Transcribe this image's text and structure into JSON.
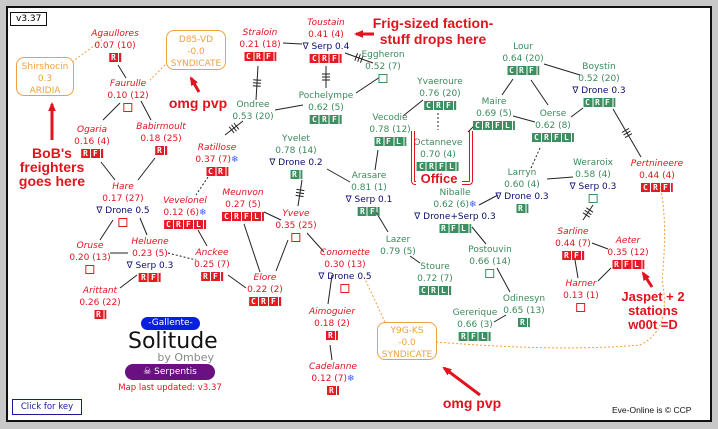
{
  "version_label": "v3.37",
  "colors": {
    "lowsec": "#e0141e",
    "highsec": "#3b8a5c",
    "npc": "#0a0a70",
    "pvp_link": "#f0a040",
    "region_pill": "#0a1ee0",
    "faction_pill": "#6a1080"
  },
  "npc_icon": "∇",
  "ice_icon": "❄",
  "systems": [
    {
      "name": "Agaullores",
      "sec": "0.07 (10)",
      "zone": "low",
      "services": "R"
    },
    {
      "name": "Faurulle",
      "sec": "0.10 (12)",
      "zone": "low",
      "services": ""
    },
    {
      "name": "Ogaria",
      "sec": "0.16 (4)",
      "zone": "low",
      "services": "RF"
    },
    {
      "name": "Babirmoult",
      "sec": "0.18 (25)",
      "zone": "low",
      "services": "R"
    },
    {
      "name": "Hare",
      "sec": "0.17 (27)",
      "zone": "low",
      "npc": "Drone 0.5",
      "services": ""
    },
    {
      "name": "Oruse",
      "sec": "0.20 (13)",
      "zone": "low",
      "services": ""
    },
    {
      "name": "Heluene",
      "sec": "0.23 (5)",
      "zone": "low",
      "npc": "Serp 0.3",
      "services": "RF"
    },
    {
      "name": "Arittant",
      "sec": "0.26 (22)",
      "zone": "low",
      "services": "R"
    },
    {
      "name": "Ratillose",
      "sec": "0.37 (7)",
      "zone": "low",
      "ice": true,
      "services": "CR"
    },
    {
      "name": "Vevelonel",
      "sec": "0.12 (6)",
      "zone": "low",
      "ice": true,
      "services": "CRFL"
    },
    {
      "name": "Anckee",
      "sec": "0.25 (7)",
      "zone": "low",
      "services": "RF"
    },
    {
      "name": "Meunvon",
      "sec": "0.27 (5)",
      "zone": "low",
      "services": "CRFL"
    },
    {
      "name": "Yveve",
      "sec": "0.35 (25)",
      "zone": "low",
      "services": ""
    },
    {
      "name": "Elore",
      "sec": "0.22 (2)",
      "zone": "low",
      "services": "CRF"
    },
    {
      "name": "Conomette",
      "sec": "0.30 (13)",
      "zone": "low",
      "npc": "Drone 0.5",
      "services": ""
    },
    {
      "name": "Aimoguier",
      "sec": "0.18 (2)",
      "zone": "low",
      "services": "R"
    },
    {
      "name": "Cadelanne",
      "sec": "0.12 (7)",
      "zone": "low",
      "ice": true,
      "services": "R"
    },
    {
      "name": "Straloin",
      "sec": "0.21 (18)",
      "zone": "low",
      "services": "CRF"
    },
    {
      "name": "Toustain",
      "sec": "0.41 (4)",
      "zone": "low",
      "npc": "Serp 0.4",
      "services": "CRF"
    },
    {
      "name": "Eggheron",
      "sec": "0.52 (7)",
      "zone": "high",
      "services": ""
    },
    {
      "name": "Ondree",
      "sec": "0.53 (20)",
      "zone": "high"
    },
    {
      "name": "Pochelympe",
      "sec": "0.62 (5)",
      "zone": "high",
      "services": "CRF"
    },
    {
      "name": "Yvelet",
      "sec": "0.78 (14)",
      "zone": "high",
      "npc": "Drone 0.2",
      "services": "R"
    },
    {
      "name": "Vecodie",
      "sec": "0.78 (12)",
      "zone": "high",
      "services": "RFL"
    },
    {
      "name": "Arasare",
      "sec": "0.81 (1)",
      "zone": "high",
      "npc": "Serp 0.1",
      "services": "RF"
    },
    {
      "name": "Yvaeroure",
      "sec": "0.76 (20)",
      "zone": "high",
      "services": "CRF"
    },
    {
      "name": "Octanneve",
      "sec": "0.70 (4)",
      "zone": "high",
      "services": "CRFL"
    },
    {
      "name": "Niballe",
      "sec": "0.62 (6)",
      "zone": "high",
      "ice": true,
      "npc": "Drone+Serp 0.3",
      "services": "RFL"
    },
    {
      "name": "Lazer",
      "sec": "0.79 (5)",
      "zone": "high"
    },
    {
      "name": "Stoure",
      "sec": "0.72 (7)",
      "zone": "high",
      "services": "CRL"
    },
    {
      "name": "Postouvin",
      "sec": "0.66 (14)",
      "zone": "high",
      "services": ""
    },
    {
      "name": "Gererique",
      "sec": "0.66 (3)",
      "zone": "high",
      "services": "RFL"
    },
    {
      "name": "Odinesyn",
      "sec": "0.65 (13)",
      "zone": "high",
      "services": "R"
    },
    {
      "name": "Lour",
      "sec": "0.64 (20)",
      "zone": "high",
      "services": "CRF"
    },
    {
      "name": "Maire",
      "sec": "0.69 (5)",
      "zone": "high",
      "services": "CRFL"
    },
    {
      "name": "Oerse",
      "sec": "0.62 (8)",
      "zone": "high",
      "services": "CRFL"
    },
    {
      "name": "Boystin",
      "sec": "0.52 (20)",
      "zone": "high",
      "npc": "Drone 0.3",
      "services": "CRF"
    },
    {
      "name": "Larryn",
      "sec": "0.60 (4)",
      "zone": "high",
      "npc": "Drone 0.3",
      "services": "R"
    },
    {
      "name": "Weraroix",
      "sec": "0.58 (4)",
      "zone": "high",
      "npc": "Serp 0.3",
      "services": ""
    },
    {
      "name": "Pertnineere",
      "sec": "0.44 (4)",
      "zone": "low",
      "services": "CRF"
    },
    {
      "name": "Sarline",
      "sec": "0.44 (7)",
      "zone": "low",
      "services": "RF"
    },
    {
      "name": "Aeter",
      "sec": "0.35 (12)",
      "zone": "low",
      "services": "RFL"
    },
    {
      "name": "Harner",
      "sec": "0.13 (1)",
      "zone": "low",
      "services": ""
    }
  ],
  "external": [
    {
      "name": "Shirshocin",
      "sec": "0.3",
      "region": "ARIDIA"
    },
    {
      "name": "D85-VD",
      "sec": "-0.0",
      "region": "SYNDICATE"
    },
    {
      "name": "Y9G-KS",
      "sec": "-0.0",
      "region": "SYNDICATE"
    }
  ],
  "office_label": "Office",
  "annotations": {
    "frig": "Frig-sized faction-stuff drops here",
    "pvp_top": "omg pvp",
    "bob": "BoB's freighters goes here",
    "jaspet": "Jaspet + 2 stations w00t =D",
    "pvp_bottom": "omg pvp"
  },
  "legend": {
    "region": "-Gallente-",
    "title": "Solitude",
    "author": "by Ombey",
    "faction": "Serpentis",
    "faction_icon": "☠",
    "updated": "Map last updated: v3.37",
    "key_button": "Click for key",
    "copyright": "Eve-Online is © CCP"
  }
}
